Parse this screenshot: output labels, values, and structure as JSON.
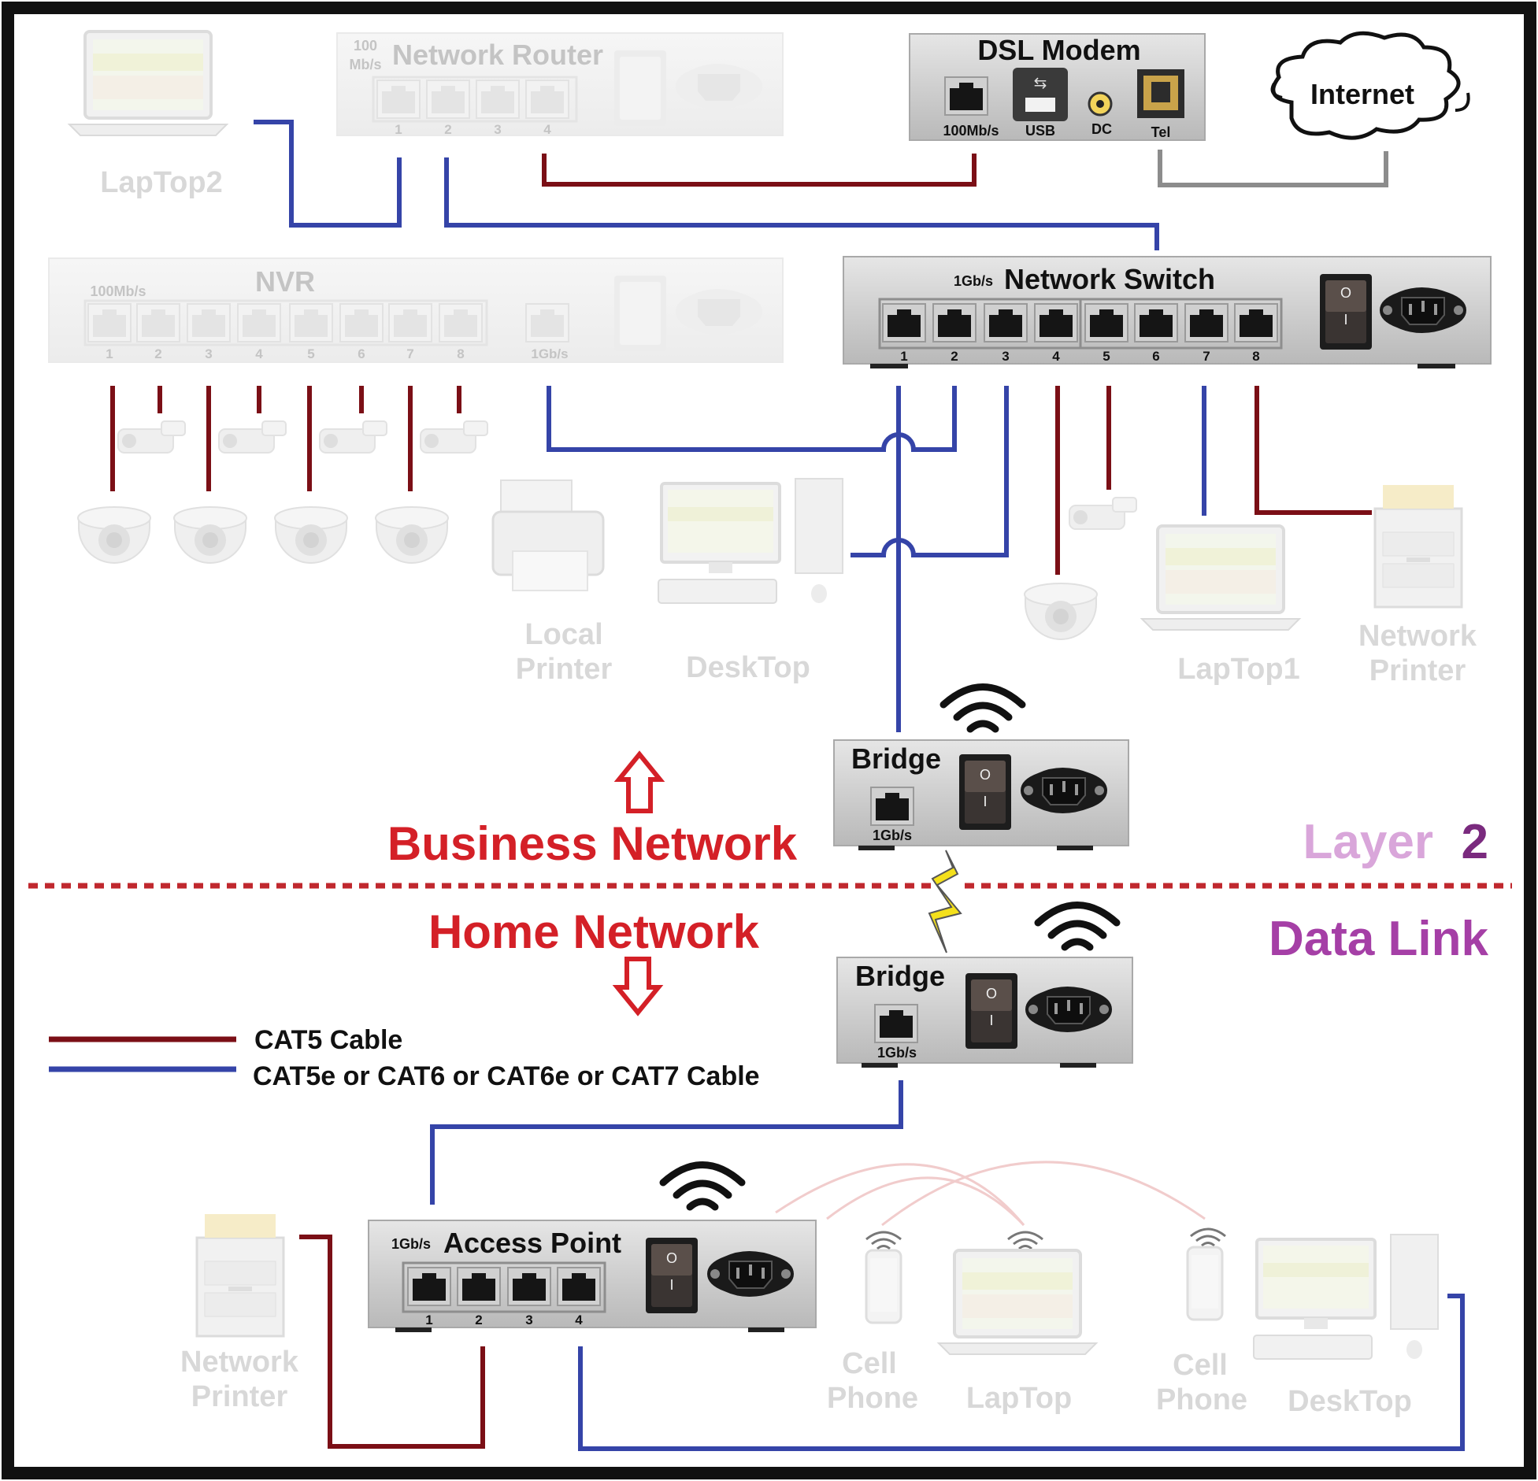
{
  "labels": {
    "dsl_modem": "DSL Modem",
    "modem_port_100": "100Mb/s",
    "modem_port_usb": "USB",
    "modem_port_dc": "DC",
    "modem_port_tel": "Tel",
    "internet": "Internet",
    "router_title": "Network Router",
    "router_speed_top": "100",
    "router_speed_bottom": "Mb/s",
    "laptop2": "LapTop2",
    "nvr_title": "NVR",
    "nvr_speed": "100Mb/s",
    "nvr_uplink": "1Gb/s",
    "switch_title": "Network Switch",
    "switch_speed": "1Gb/s",
    "local_printer_1": "Local",
    "local_printer_2": "Printer",
    "desktop_business": "DeskTop",
    "laptop1": "LapTop1",
    "network_printer_business_1": "Network",
    "network_printer_business_2": "Printer",
    "bridge_top_title": "Bridge",
    "bridge_top_speed": "1Gb/s",
    "bridge_bottom_title": "Bridge",
    "bridge_bottom_speed": "1Gb/s",
    "business_network": "Business Network",
    "home_network": "Home Network",
    "layer_word": "Layer",
    "layer_number": "2",
    "data_link": "Data Link",
    "legend_cat5": "CAT5  Cable",
    "legend_cat5e": "CAT5e or CAT6 or CAT6e or CAT7 Cable",
    "ap_title": "Access Point",
    "ap_speed": "1Gb/s",
    "network_printer_home_1": "Network",
    "network_printer_home_2": "Printer",
    "cell_phone_1a": "Cell",
    "cell_phone_1b": "Phone",
    "laptop_home": "LapTop",
    "cell_phone_2a": "Cell",
    "cell_phone_2b": "Phone",
    "desktop_home": "DeskTop"
  },
  "ports": {
    "router": [
      "1",
      "2",
      "3",
      "4"
    ],
    "nvr": [
      "1",
      "2",
      "3",
      "4",
      "5",
      "6",
      "7",
      "8"
    ],
    "switch": [
      "1",
      "2",
      "3",
      "4",
      "5",
      "6",
      "7",
      "8"
    ],
    "access_point": [
      "1",
      "2",
      "3",
      "4"
    ]
  },
  "power_switch_on": "O",
  "power_switch_off": "I",
  "colors": {
    "cat5": "#7b0f16",
    "cat5e": "#3544a8",
    "red_text": "#d42027",
    "divider": "#c0282e",
    "layer_light": "#d9a6da",
    "layer_dark": "#7a2a7e",
    "data_link": "#a53fa6",
    "frame": "#111111",
    "device_gray": "#c8c8c8"
  }
}
